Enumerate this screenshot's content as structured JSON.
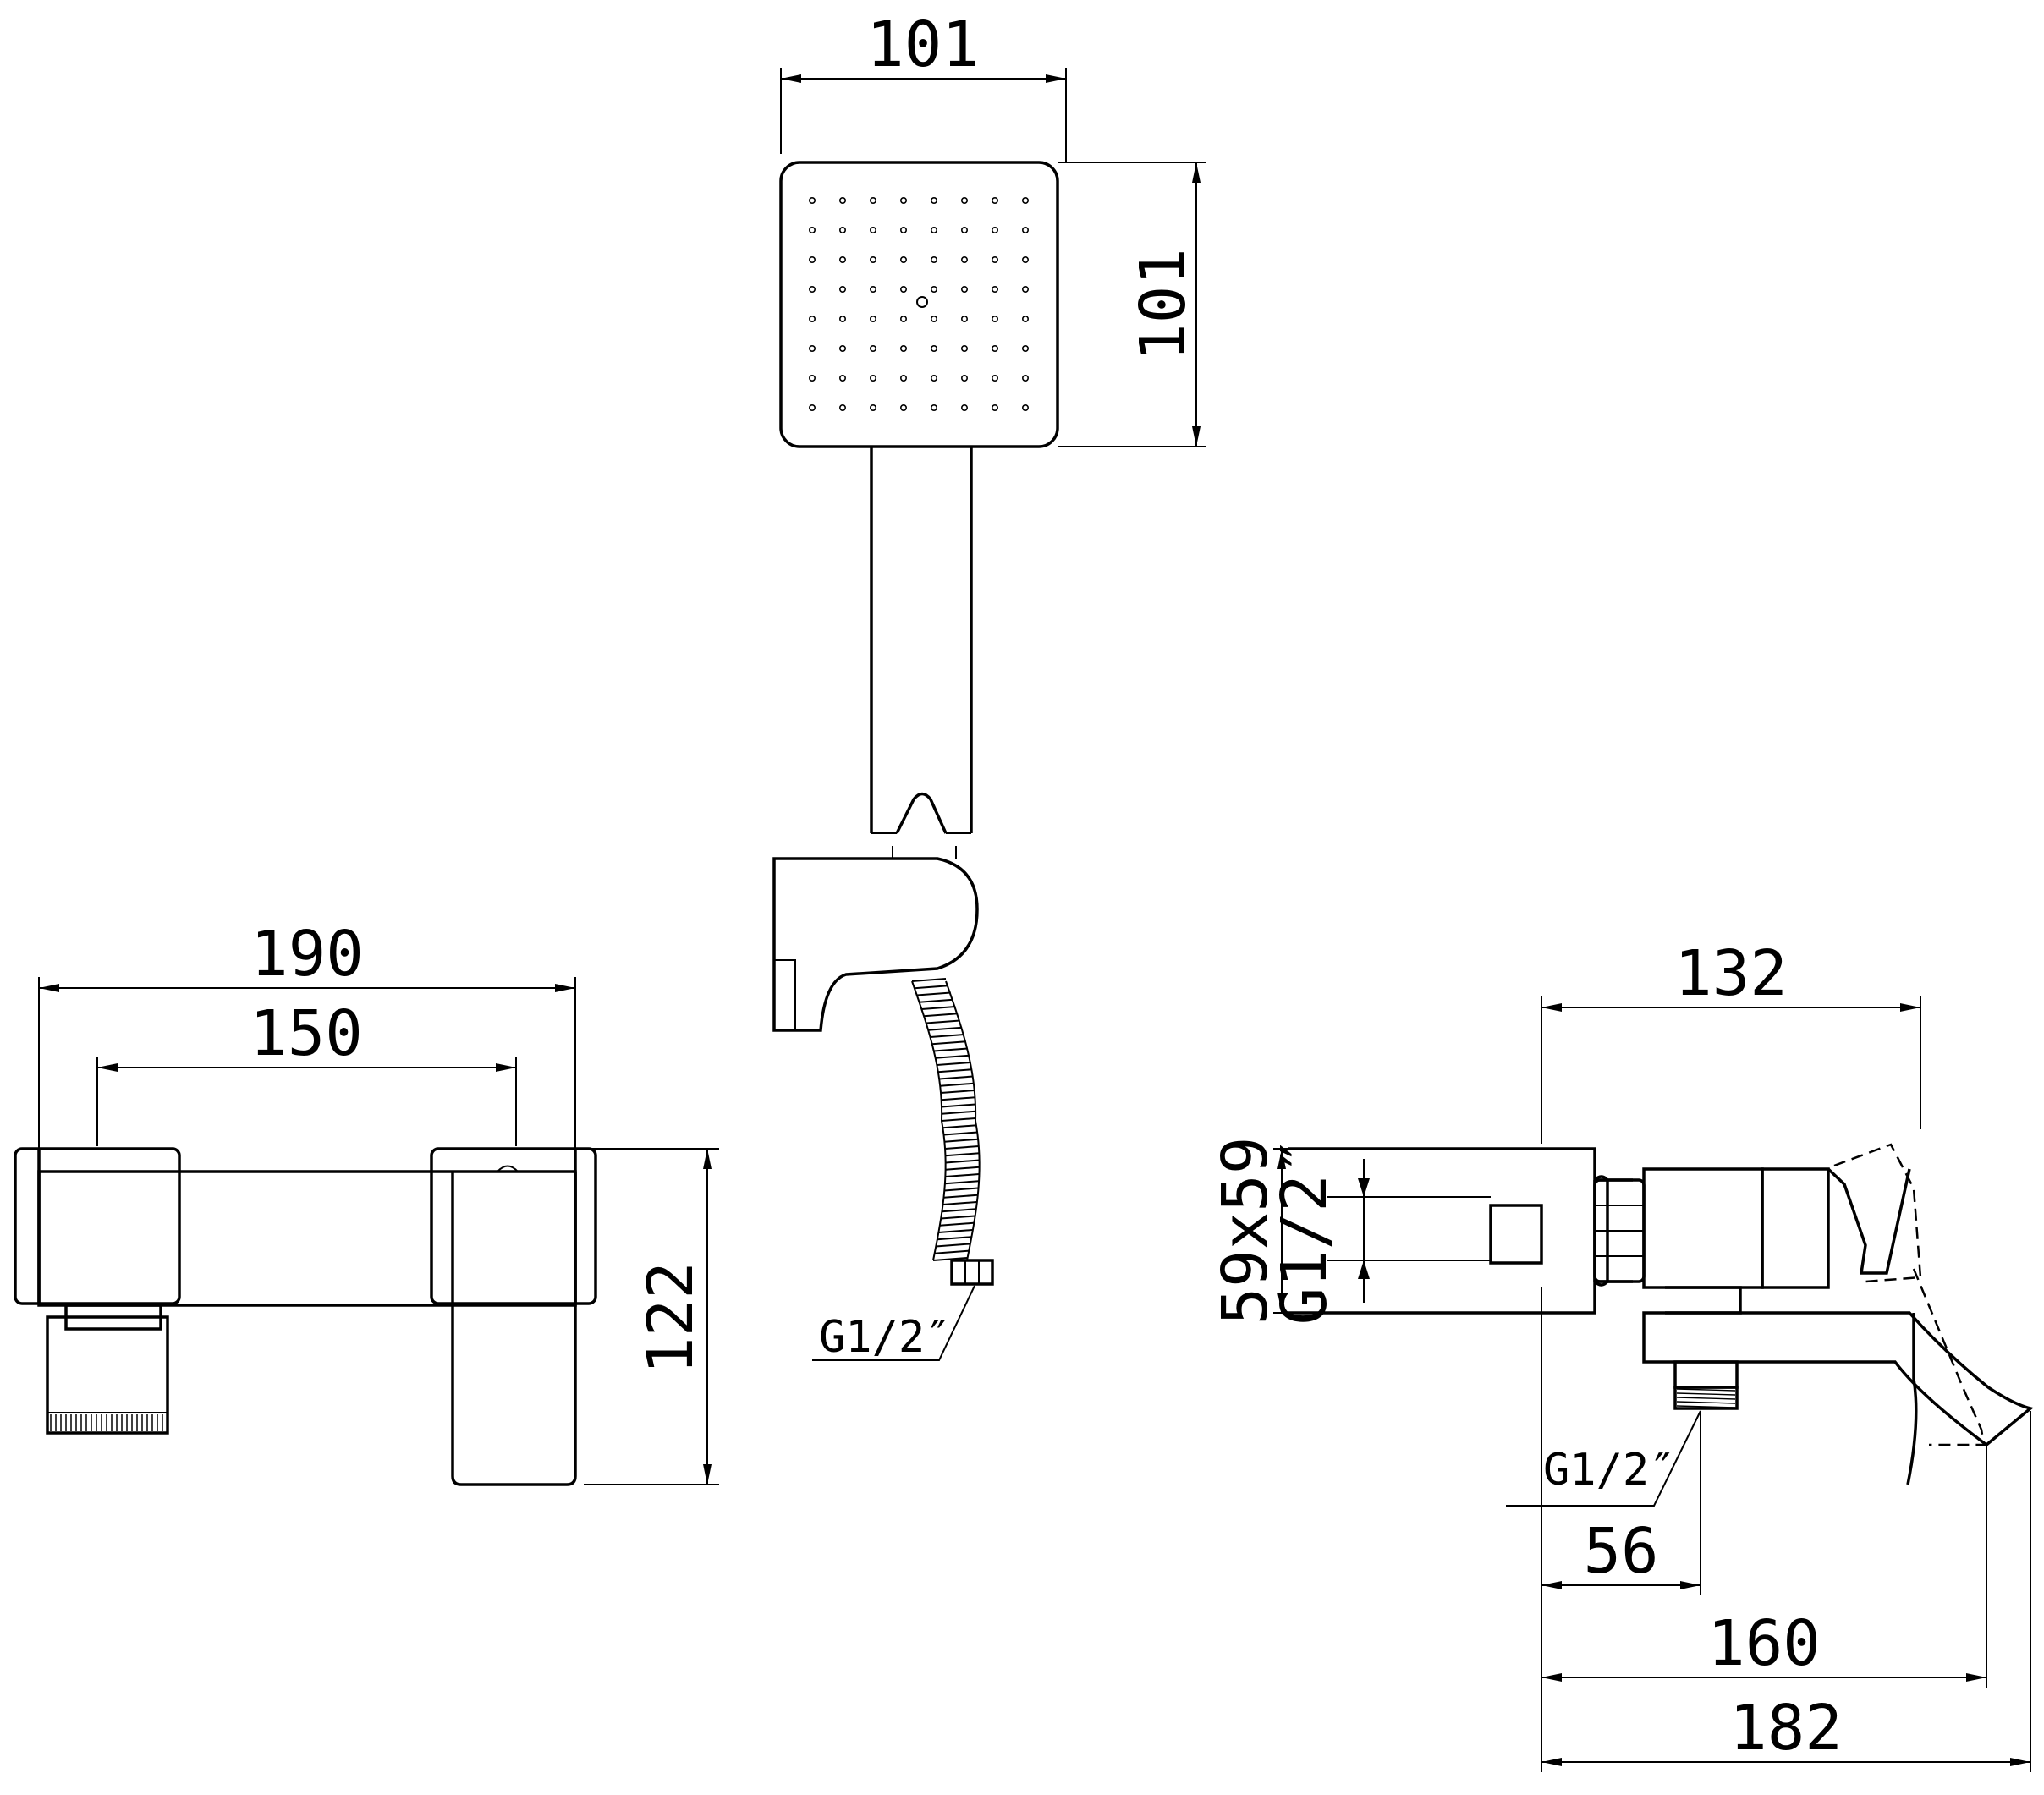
{
  "colors": {
    "line": "#000000",
    "background": "#ffffff"
  },
  "head_view": {
    "width_label": "101",
    "height_label": "101"
  },
  "holder_view": {
    "thread_label": "G1/2″"
  },
  "front_view": {
    "overall_width_label": "190",
    "centers_label": "150",
    "height_label": "122"
  },
  "side_view": {
    "depth_label": "132",
    "flange_label": "59x59",
    "inlet_thread_label": "G1/2″",
    "outlet_thread_label": "G1/2″",
    "outlet_offset_label": "56",
    "spout_label": "160",
    "overall_label": "182"
  }
}
